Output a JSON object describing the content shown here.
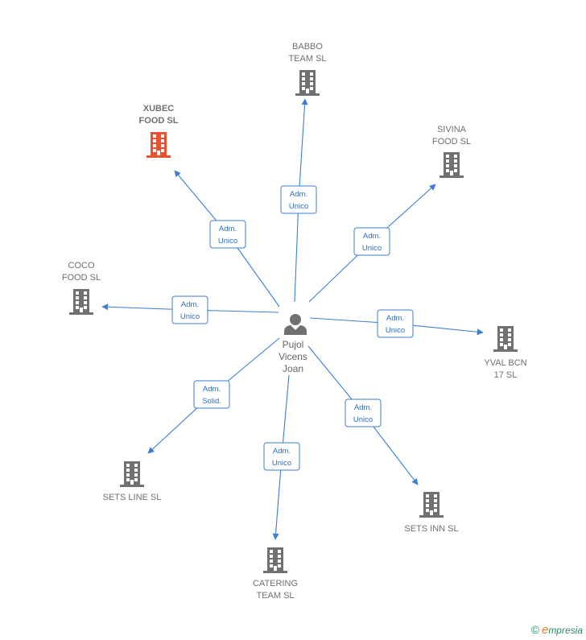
{
  "center": {
    "label": [
      "Pujol",
      "Vicens",
      "Joan"
    ],
    "icon": "person-icon"
  },
  "colors": {
    "edge": "#3a7fd5",
    "building": "#707070",
    "highlight": "#e8532e",
    "label": "#707070"
  },
  "nodes": [
    {
      "id": "babbo",
      "label": [
        "BABBO",
        "TEAM  SL"
      ],
      "highlight": false,
      "icon": "building-icon"
    },
    {
      "id": "xubec",
      "label": [
        "XUBEC",
        "FOOD  SL"
      ],
      "highlight": true,
      "icon": "building-icon"
    },
    {
      "id": "sivina",
      "label": [
        "SIVINA",
        "FOOD  SL"
      ],
      "highlight": false,
      "icon": "building-icon"
    },
    {
      "id": "coco",
      "label": [
        "COCO",
        "FOOD  SL"
      ],
      "highlight": false,
      "icon": "building-icon"
    },
    {
      "id": "yval",
      "label": [
        "YVAL BCN",
        "17  SL"
      ],
      "highlight": false,
      "icon": "building-icon"
    },
    {
      "id": "setsline",
      "label": [
        "SETS LINE  SL"
      ],
      "highlight": false,
      "icon": "building-icon"
    },
    {
      "id": "setsinn",
      "label": [
        "SETS INN  SL"
      ],
      "highlight": false,
      "icon": "building-icon"
    },
    {
      "id": "catering",
      "label": [
        "CATERING",
        "TEAM  SL"
      ],
      "highlight": false,
      "icon": "building-icon"
    }
  ],
  "edges": [
    {
      "to": "babbo",
      "label": [
        "Adm.",
        "Unico"
      ]
    },
    {
      "to": "xubec",
      "label": [
        "Adm.",
        "Unico"
      ]
    },
    {
      "to": "sivina",
      "label": [
        "Adm.",
        "Unico"
      ]
    },
    {
      "to": "coco",
      "label": [
        "Adm.",
        "Unico"
      ]
    },
    {
      "to": "yval",
      "label": [
        "Adm.",
        "Unico"
      ]
    },
    {
      "to": "setsline",
      "label": [
        "Adm.",
        "Solid."
      ]
    },
    {
      "to": "setsinn",
      "label": [
        "Adm.",
        "Unico"
      ]
    },
    {
      "to": "catering",
      "label": [
        "Adm.",
        "Unico"
      ]
    }
  ],
  "footer": {
    "copyright": "©",
    "brand_initial": "e",
    "brand_rest": "mpresia"
  }
}
